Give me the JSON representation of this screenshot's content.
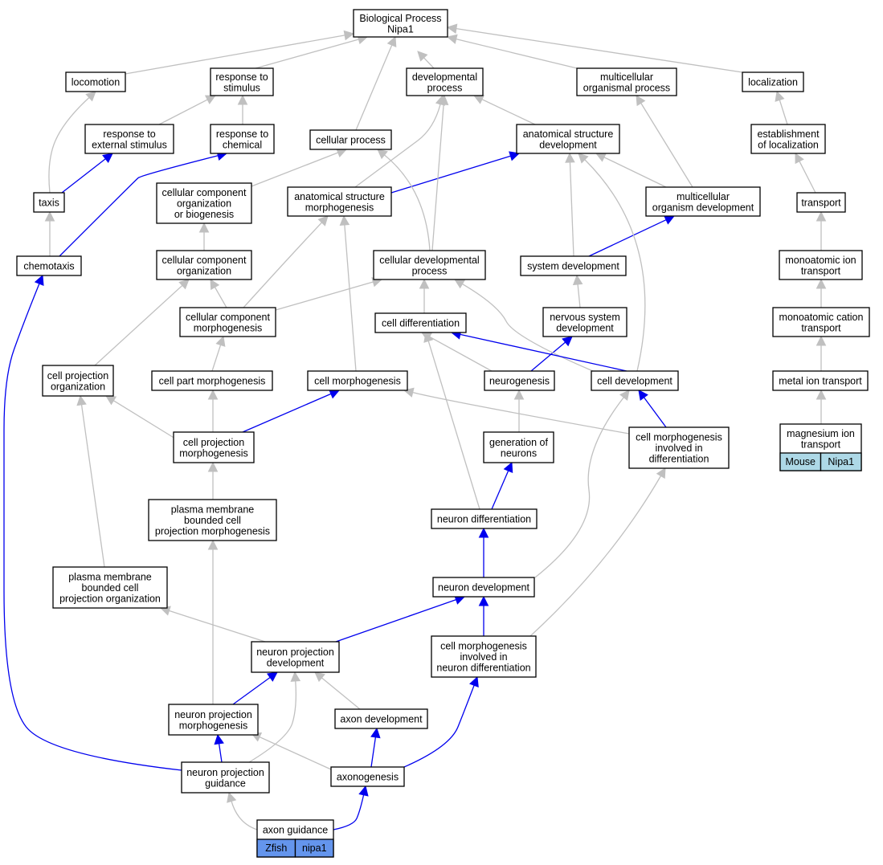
{
  "colors": {
    "is_a_edge": "#c0c0c0",
    "part_of_edge": "#0000ee",
    "mouse_cell": "#add8e6",
    "zfish_cell": "#6495ed",
    "node_border": "#000000",
    "node_fill": "#ffffff"
  },
  "nodes": {
    "bp": [
      "Biological Process",
      "Nipa1"
    ],
    "locomotion": [
      "locomotion"
    ],
    "response_to_stimulus": [
      "response to",
      "stimulus"
    ],
    "developmental_process": [
      "developmental",
      "process"
    ],
    "multicellular_organismal_process": [
      "multicellular",
      "organismal process"
    ],
    "localization": [
      "localization"
    ],
    "response_to_external_stimulus": [
      "response to",
      "external stimulus"
    ],
    "response_to_chemical": [
      "response to",
      "chemical"
    ],
    "cellular_process": [
      "cellular process"
    ],
    "anatomical_structure_development": [
      "anatomical structure",
      "development"
    ],
    "establishment_of_localization": [
      "establishment",
      "of localization"
    ],
    "taxis": [
      "taxis"
    ],
    "cellular_component_organization_or_biogenesis": [
      "cellular component",
      "organization",
      "or biogenesis"
    ],
    "anatomical_structure_morphogenesis": [
      "anatomical structure",
      "morphogenesis"
    ],
    "multicellular_organism_development": [
      "multicellular",
      "organism development"
    ],
    "transport": [
      "transport"
    ],
    "chemotaxis": [
      "chemotaxis"
    ],
    "cellular_component_organization": [
      "cellular component",
      "organization"
    ],
    "cellular_developmental_process": [
      "cellular developmental",
      "process"
    ],
    "system_development": [
      "system development"
    ],
    "monoatomic_ion_transport": [
      "monoatomic ion",
      "transport"
    ],
    "cellular_component_morphogenesis": [
      "cellular component",
      "morphogenesis"
    ],
    "cell_differentiation": [
      "cell differentiation"
    ],
    "nervous_system_development": [
      "nervous system",
      "development"
    ],
    "monoatomic_cation_transport": [
      "monoatomic cation",
      "transport"
    ],
    "cell_projection_organization": [
      "cell projection",
      "organization"
    ],
    "cell_part_morphogenesis": [
      "cell part morphogenesis"
    ],
    "cell_morphogenesis": [
      "cell morphogenesis"
    ],
    "neurogenesis": [
      "neurogenesis"
    ],
    "cell_development": [
      "cell development"
    ],
    "metal_ion_transport": [
      "metal ion transport"
    ],
    "cell_projection_morphogenesis": [
      "cell projection",
      "morphogenesis"
    ],
    "generation_of_neurons": [
      "generation of",
      "neurons"
    ],
    "cell_morphogenesis_involved_in_differentiation": [
      "cell morphogenesis",
      "involved in",
      "differentiation"
    ],
    "magnesium_ion_transport": [
      "magnesium ion",
      "transport"
    ],
    "plasma_membrane_bounded_cell_projection_morphogenesis": [
      "plasma membrane",
      "bounded cell",
      "projection morphogenesis"
    ],
    "neuron_differentiation": [
      "neuron differentiation"
    ],
    "plasma_membrane_bounded_cell_projection_organization": [
      "plasma membrane",
      "bounded cell",
      "projection organization"
    ],
    "neuron_development": [
      "neuron development"
    ],
    "neuron_projection_development": [
      "neuron projection",
      "development"
    ],
    "cell_morphogenesis_involved_in_neuron_differentiation": [
      "cell morphogenesis",
      "involved in",
      "neuron differentiation"
    ],
    "neuron_projection_morphogenesis": [
      "neuron projection",
      "morphogenesis"
    ],
    "axon_development": [
      "axon development"
    ],
    "neuron_projection_guidance": [
      "neuron projection",
      "guidance"
    ],
    "axonogenesis": [
      "axonogenesis"
    ],
    "axon_guidance": [
      "axon guidance"
    ]
  },
  "annotations": {
    "magnesium_ion_transport": {
      "species": "Mouse",
      "gene": "Nipa1",
      "color_key": "mouse_cell"
    },
    "axon_guidance": {
      "species": "Zfish",
      "gene": "nipa1",
      "color_key": "zfish_cell"
    }
  },
  "edges": [
    {
      "from": "locomotion",
      "to": "bp",
      "type": "is_a"
    },
    {
      "from": "response_to_stimulus",
      "to": "bp",
      "type": "is_a"
    },
    {
      "from": "developmental_process",
      "to": "bp",
      "type": "is_a"
    },
    {
      "from": "multicellular_organismal_process",
      "to": "bp",
      "type": "is_a"
    },
    {
      "from": "localization",
      "to": "bp",
      "type": "is_a"
    },
    {
      "from": "cellular_process",
      "to": "bp",
      "type": "is_a"
    },
    {
      "from": "response_to_external_stimulus",
      "to": "response_to_stimulus",
      "type": "is_a"
    },
    {
      "from": "response_to_chemical",
      "to": "response_to_stimulus",
      "type": "is_a"
    },
    {
      "from": "anatomical_structure_development",
      "to": "developmental_process",
      "type": "is_a"
    },
    {
      "from": "establishment_of_localization",
      "to": "localization",
      "type": "is_a"
    },
    {
      "from": "taxis",
      "to": "locomotion",
      "type": "is_a"
    },
    {
      "from": "taxis",
      "to": "response_to_external_stimulus",
      "type": "part_of"
    },
    {
      "from": "cellular_component_organization_or_biogenesis",
      "to": "cellular_process",
      "type": "is_a"
    },
    {
      "from": "anatomical_structure_morphogenesis",
      "to": "developmental_process",
      "type": "is_a"
    },
    {
      "from": "anatomical_structure_morphogenesis",
      "to": "anatomical_structure_development",
      "type": "part_of"
    },
    {
      "from": "multicellular_organism_development",
      "to": "anatomical_structure_development",
      "type": "is_a"
    },
    {
      "from": "multicellular_organism_development",
      "to": "multicellular_organismal_process",
      "type": "is_a"
    },
    {
      "from": "transport",
      "to": "establishment_of_localization",
      "type": "is_a"
    },
    {
      "from": "chemotaxis",
      "to": "taxis",
      "type": "is_a"
    },
    {
      "from": "chemotaxis",
      "to": "response_to_chemical",
      "type": "part_of"
    },
    {
      "from": "cellular_component_organization",
      "to": "cellular_component_organization_or_biogenesis",
      "type": "is_a"
    },
    {
      "from": "cellular_developmental_process",
      "to": "developmental_process",
      "type": "is_a"
    },
    {
      "from": "cellular_developmental_process",
      "to": "cellular_process",
      "type": "is_a"
    },
    {
      "from": "system_development",
      "to": "anatomical_structure_development",
      "type": "is_a"
    },
    {
      "from": "system_development",
      "to": "multicellular_organism_development",
      "type": "part_of"
    },
    {
      "from": "monoatomic_ion_transport",
      "to": "transport",
      "type": "is_a"
    },
    {
      "from": "cellular_component_morphogenesis",
      "to": "cellular_component_organization",
      "type": "is_a"
    },
    {
      "from": "cellular_component_morphogenesis",
      "to": "anatomical_structure_morphogenesis",
      "type": "is_a"
    },
    {
      "from": "cellular_component_morphogenesis",
      "to": "cellular_developmental_process",
      "type": "is_a"
    },
    {
      "from": "cell_differentiation",
      "to": "cellular_developmental_process",
      "type": "is_a"
    },
    {
      "from": "nervous_system_development",
      "to": "system_development",
      "type": "is_a"
    },
    {
      "from": "monoatomic_cation_transport",
      "to": "monoatomic_ion_transport",
      "type": "is_a"
    },
    {
      "from": "cell_projection_organization",
      "to": "cellular_component_organization",
      "type": "is_a"
    },
    {
      "from": "cell_part_morphogenesis",
      "to": "cellular_component_morphogenesis",
      "type": "is_a"
    },
    {
      "from": "cell_morphogenesis",
      "to": "anatomical_structure_morphogenesis",
      "type": "is_a"
    },
    {
      "from": "neurogenesis",
      "to": "cell_differentiation",
      "type": "is_a"
    },
    {
      "from": "neurogenesis",
      "to": "nervous_system_development",
      "type": "part_of"
    },
    {
      "from": "cell_development",
      "to": "anatomical_structure_development",
      "type": "is_a"
    },
    {
      "from": "cell_development",
      "to": "cellular_developmental_process",
      "type": "is_a"
    },
    {
      "from": "cell_development",
      "to": "cell_differentiation",
      "type": "part_of"
    },
    {
      "from": "metal_ion_transport",
      "to": "monoatomic_cation_transport",
      "type": "is_a"
    },
    {
      "from": "cell_projection_morphogenesis",
      "to": "cell_projection_organization",
      "type": "is_a"
    },
    {
      "from": "cell_projection_morphogenesis",
      "to": "cell_part_morphogenesis",
      "type": "is_a"
    },
    {
      "from": "cell_projection_morphogenesis",
      "to": "cell_morphogenesis",
      "type": "part_of"
    },
    {
      "from": "generation_of_neurons",
      "to": "neurogenesis",
      "type": "is_a"
    },
    {
      "from": "cell_morphogenesis_involved_in_differentiation",
      "to": "cell_morphogenesis",
      "type": "is_a"
    },
    {
      "from": "cell_morphogenesis_involved_in_differentiation",
      "to": "cell_development",
      "type": "part_of"
    },
    {
      "from": "magnesium_ion_transport",
      "to": "metal_ion_transport",
      "type": "is_a"
    },
    {
      "from": "plasma_membrane_bounded_cell_projection_morphogenesis",
      "to": "cell_projection_morphogenesis",
      "type": "is_a"
    },
    {
      "from": "neuron_differentiation",
      "to": "cell_differentiation",
      "type": "is_a"
    },
    {
      "from": "neuron_differentiation",
      "to": "generation_of_neurons",
      "type": "part_of"
    },
    {
      "from": "plasma_membrane_bounded_cell_projection_organization",
      "to": "cell_projection_organization",
      "type": "is_a"
    },
    {
      "from": "neuron_development",
      "to": "cell_development",
      "type": "is_a"
    },
    {
      "from": "neuron_development",
      "to": "neuron_differentiation",
      "type": "part_of"
    },
    {
      "from": "neuron_projection_development",
      "to": "plasma_membrane_bounded_cell_projection_organization",
      "type": "is_a"
    },
    {
      "from": "neuron_projection_development",
      "to": "neuron_development",
      "type": "part_of"
    },
    {
      "from": "cell_morphogenesis_involved_in_neuron_differentiation",
      "to": "cell_morphogenesis_involved_in_differentiation",
      "type": "is_a"
    },
    {
      "from": "cell_morphogenesis_involved_in_neuron_differentiation",
      "to": "neuron_development",
      "type": "part_of"
    },
    {
      "from": "neuron_projection_morphogenesis",
      "to": "plasma_membrane_bounded_cell_projection_morphogenesis",
      "type": "is_a"
    },
    {
      "from": "neuron_projection_morphogenesis",
      "to": "neuron_projection_development",
      "type": "part_of"
    },
    {
      "from": "axon_development",
      "to": "neuron_projection_development",
      "type": "is_a"
    },
    {
      "from": "neuron_projection_guidance",
      "to": "chemotaxis",
      "type": "part_of"
    },
    {
      "from": "neuron_projection_guidance",
      "to": "neuron_projection_development",
      "type": "is_a"
    },
    {
      "from": "neuron_projection_guidance",
      "to": "neuron_projection_morphogenesis",
      "type": "part_of"
    },
    {
      "from": "axonogenesis",
      "to": "neuron_projection_morphogenesis",
      "type": "is_a"
    },
    {
      "from": "axonogenesis",
      "to": "axon_development",
      "type": "part_of"
    },
    {
      "from": "axonogenesis",
      "to": "cell_morphogenesis_involved_in_neuron_differentiation",
      "type": "part_of"
    },
    {
      "from": "axon_guidance",
      "to": "neuron_projection_guidance",
      "type": "is_a"
    },
    {
      "from": "axon_guidance",
      "to": "axonogenesis",
      "type": "part_of"
    }
  ]
}
